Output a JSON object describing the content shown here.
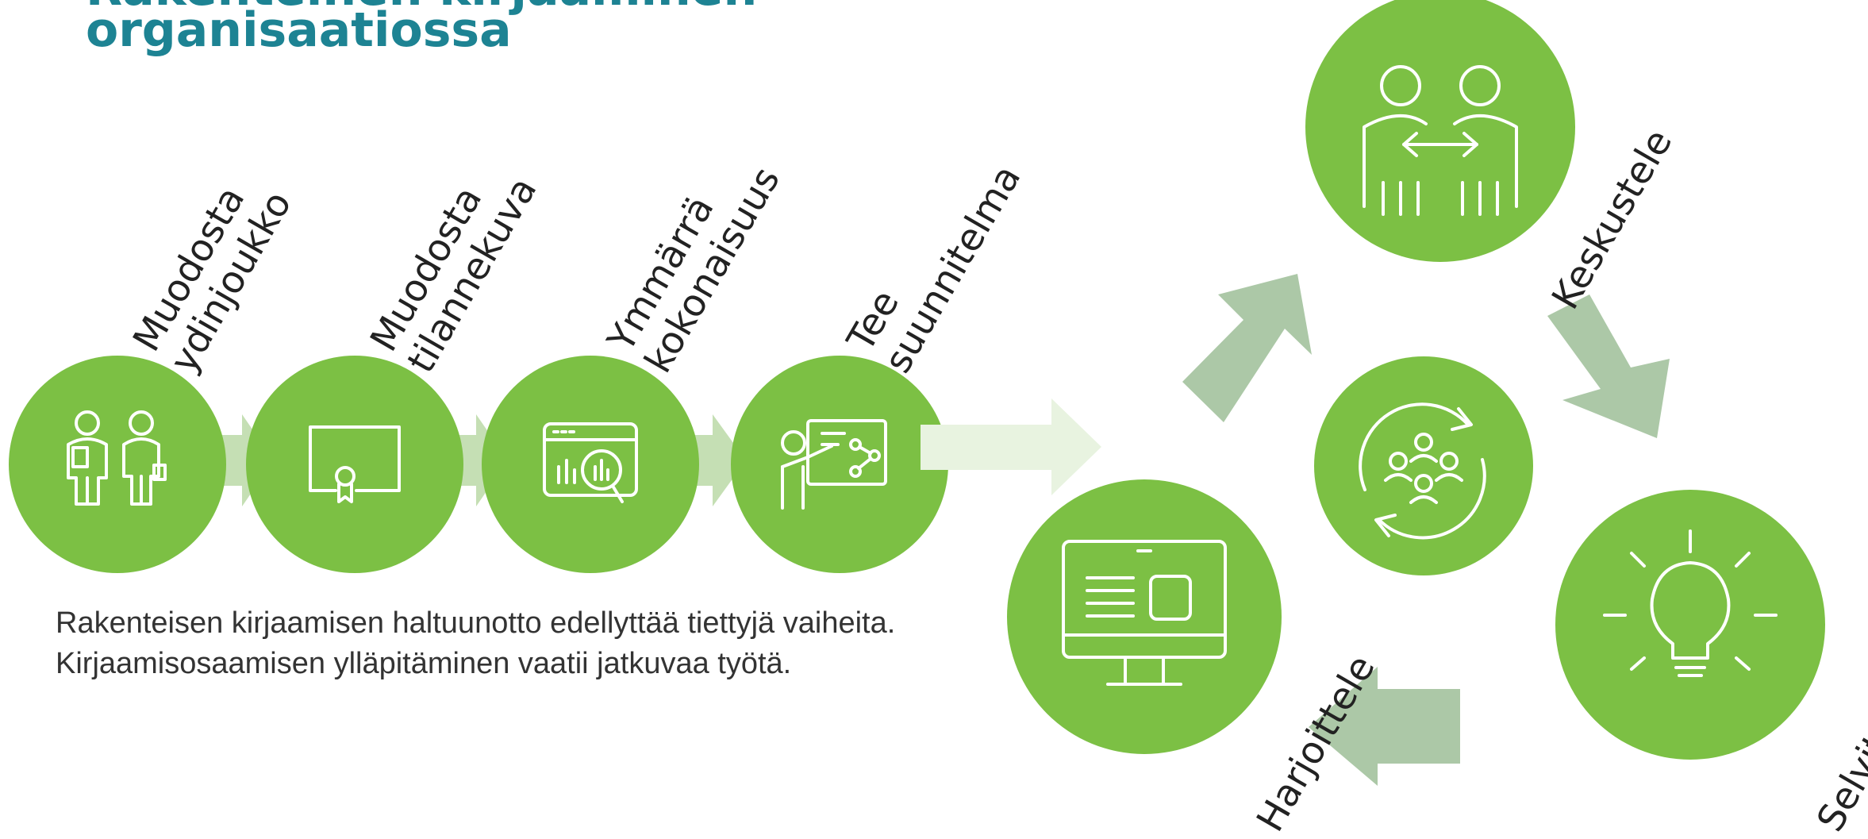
{
  "title": {
    "line1_partial": "Rakenteinen kirjaaminen",
    "line2": "organisaatiossa"
  },
  "colors": {
    "circle_green": "#7cc044",
    "arrow_light_green": "#c5dfb4",
    "arrow_sage": "#acc8a7",
    "arrow_pale": "#e8f3e0",
    "title_teal": "#1d8393",
    "icon_white": "#ffffff"
  },
  "steps": [
    {
      "lines": [
        "Muodosta",
        "ydinjoukko"
      ],
      "icon": "people-with-document-icon"
    },
    {
      "lines": [
        "Muodosta",
        "tilannekuva"
      ],
      "icon": "certificate-icon"
    },
    {
      "lines": [
        "Ymmärrä",
        "kokonaisuus"
      ],
      "icon": "analytics-window-icon"
    },
    {
      "lines": [
        "Tee",
        "suunnitelma"
      ],
      "icon": "presentation-board-icon"
    }
  ],
  "cycle": {
    "center_icon": "team-refresh-icon",
    "nodes": [
      {
        "label": "Keskustele",
        "icon": "people-exchange-icon"
      },
      {
        "label": "Selvitä",
        "icon": "lightbulb-icon"
      },
      {
        "label": "Harjoittele",
        "icon": "computer-monitor-icon"
      }
    ]
  },
  "description": "Rakenteisen kirjaamisen haltuunotto edellyttää tiettyjä vaiheita. Kirjaamisosaamisen ylläpitäminen vaatii jatkuvaa työtä."
}
